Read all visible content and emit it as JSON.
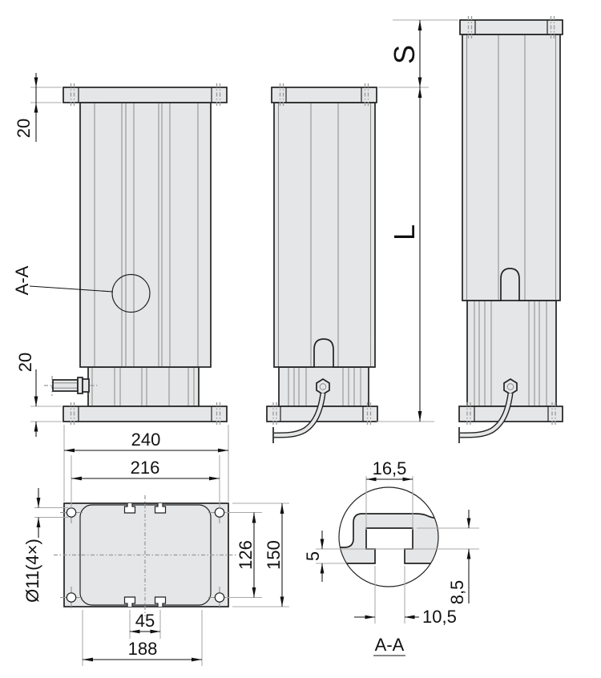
{
  "colors": {
    "bg": "#ffffff",
    "body_fill": "#e5e6e7",
    "outline": "#222222",
    "dim_line": "#111111",
    "thin_line": "#8f8f8f",
    "ext_line": "#a8a8a8"
  },
  "dims": {
    "top_flange_thickness": "20",
    "bottom_flange_thickness": "20",
    "stroke": "S",
    "extended_length": "L",
    "base_width": "240",
    "hole_spacing_width": "216",
    "hole_diameter": "Ø11(4×)",
    "hole_spacing_depth": "126",
    "base_depth": "150",
    "slot_spacing": "45",
    "slot_group_width": "188",
    "slot_width": "16,5",
    "slot_lip_height": "5",
    "slot_depth": "8,5",
    "slot_opening": "10,5"
  },
  "section": {
    "callout": "A-A",
    "title": "A-A"
  }
}
